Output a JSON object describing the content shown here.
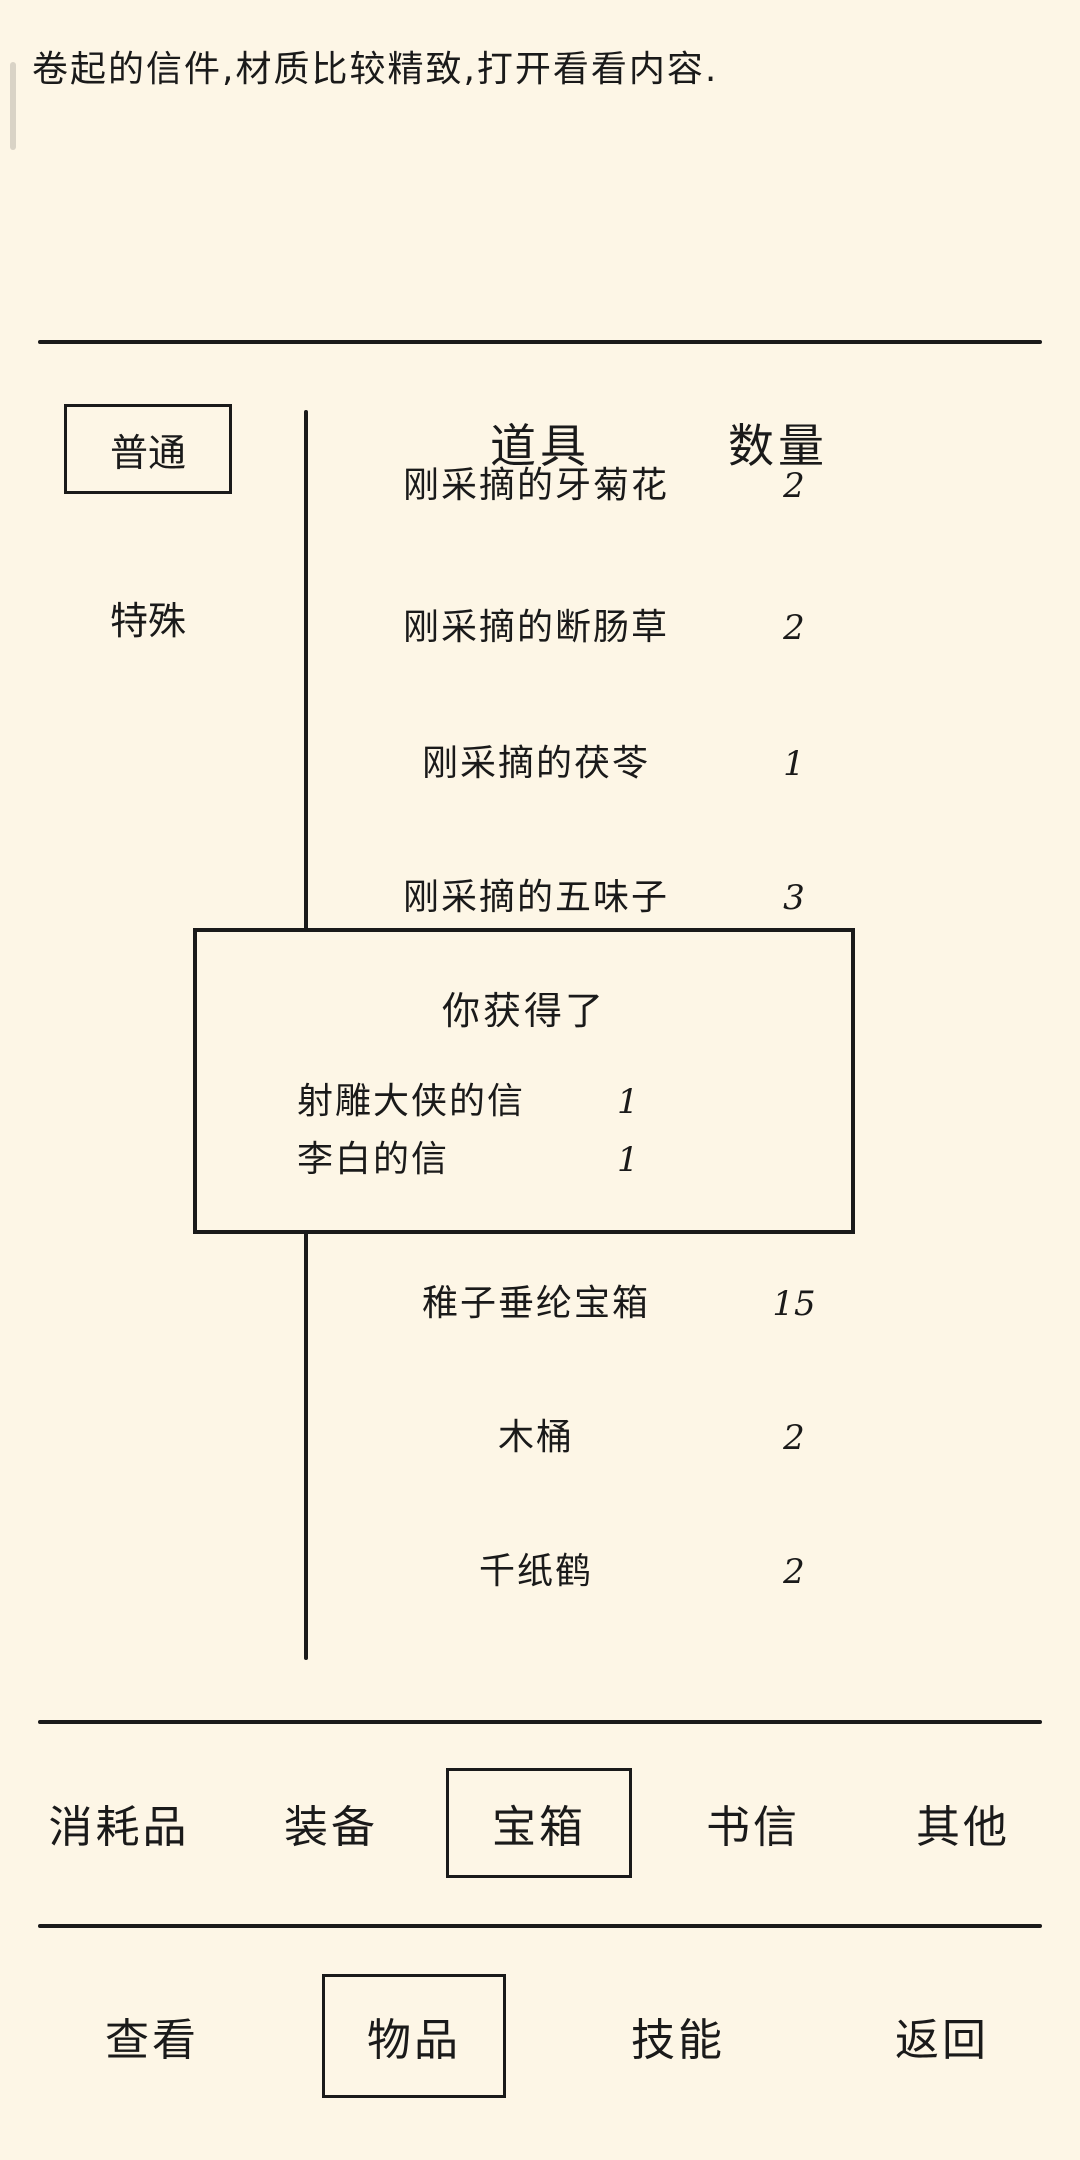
{
  "description": "卷起的信件,材质比较精致,打开看看内容.",
  "filter_tabs": [
    {
      "label": "普通",
      "active": true
    },
    {
      "label": "特殊",
      "active": false
    }
  ],
  "columns": {
    "item": "道具",
    "count": "数量"
  },
  "items": [
    {
      "name": "刚采摘的牙菊花",
      "count": "2"
    },
    {
      "name": "刚采摘的断肠草",
      "count": "2"
    },
    {
      "name": "刚采摘的茯苓",
      "count": "1"
    },
    {
      "name": "刚采摘的五味子",
      "count": "3"
    },
    {
      "name": "稚子垂纶宝箱",
      "count": "15"
    },
    {
      "name": "木桶",
      "count": "2"
    },
    {
      "name": "千纸鹤",
      "count": "2"
    }
  ],
  "popup": {
    "title": "你获得了",
    "rewards": [
      {
        "name": "射雕大侠的信",
        "count": "1"
      },
      {
        "name": "李白的信",
        "count": "1"
      }
    ]
  },
  "category_tabs": [
    {
      "label": "消耗品",
      "active": false
    },
    {
      "label": "装备",
      "active": false
    },
    {
      "label": "宝箱",
      "active": true
    },
    {
      "label": "书信",
      "active": false
    },
    {
      "label": "其他",
      "active": false
    }
  ],
  "bottom_nav": [
    {
      "label": "查看",
      "active": false
    },
    {
      "label": "物品",
      "active": true
    },
    {
      "label": "技能",
      "active": false
    },
    {
      "label": "返回",
      "active": false
    }
  ]
}
